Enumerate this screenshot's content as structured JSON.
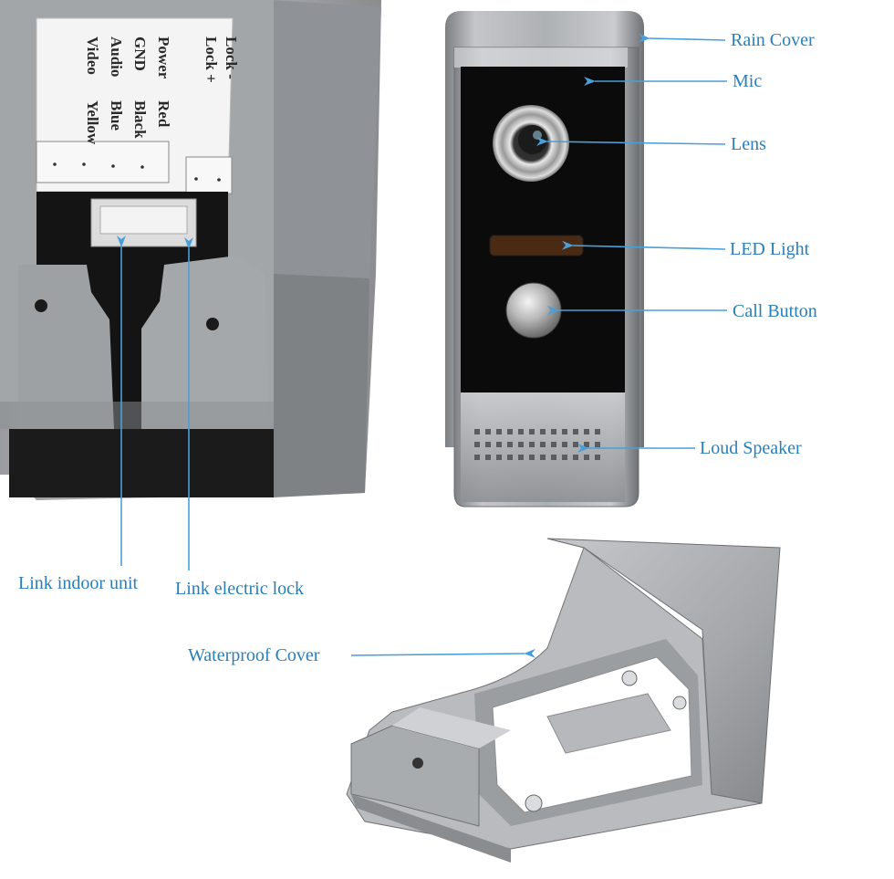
{
  "callouts": {
    "rain_cover": "Rain Cover",
    "mic": "Mic",
    "lens": "Lens",
    "led_light": "LED Light",
    "call_button": "Call Button",
    "loud_speaker": "Loud Speaker",
    "link_indoor_unit": "Link indoor unit",
    "link_electric_lock": "Link electric lock",
    "waterproof_cover": "Waterproof Cover"
  },
  "wiring_label": {
    "lock_minus": "Lock -",
    "lock_plus": "Lock +",
    "power": "Power",
    "gnd": "GND",
    "audio": "Audio",
    "video": "Video",
    "red": "Red",
    "black": "Black",
    "blue": "Blue",
    "yellow": "Yellow"
  },
  "colors": {
    "callout_text": "#2a7fb8",
    "callout_line": "#4a9fd8",
    "metal_silver": "#a9abae",
    "panel_black": "#0b0b0b"
  }
}
